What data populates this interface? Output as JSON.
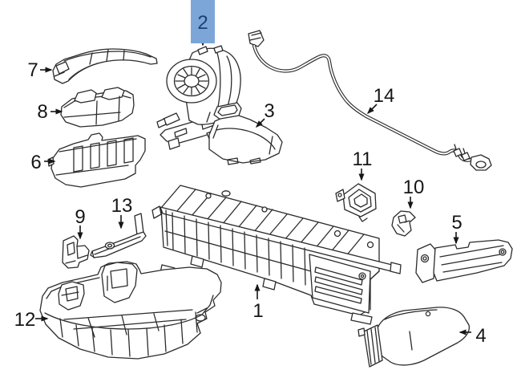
{
  "colors": {
    "line_art": "#2b2b2b",
    "label": "#161616",
    "highlight_fill": "#7da6d8",
    "highlight_number": "#1d3f75",
    "background": "#ffffff"
  },
  "highlighted_callout": "2",
  "callouts": {
    "c1": "1",
    "c2": "2",
    "c3": "3",
    "c4": "4",
    "c5": "5",
    "c6": "6",
    "c7": "7",
    "c8": "8",
    "c9": "9",
    "c10": "10",
    "c11": "11",
    "c12": "12",
    "c13": "13",
    "c14": "14"
  }
}
